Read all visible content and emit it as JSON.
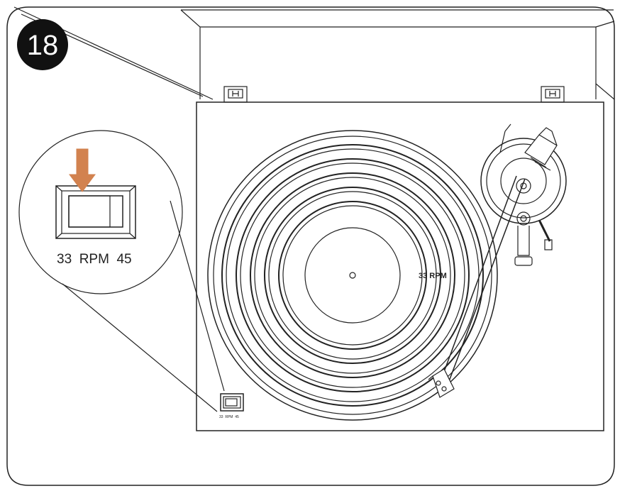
{
  "step": {
    "number": "18"
  },
  "callout": {
    "label": "33  RPM  45"
  },
  "switch": {
    "label": "33  RPM  45"
  },
  "platter": {
    "label": "33 RPM"
  },
  "colors": {
    "arrow": "#d2824f",
    "line": "#222222",
    "badge": "#111111",
    "background": "#ffffff"
  }
}
